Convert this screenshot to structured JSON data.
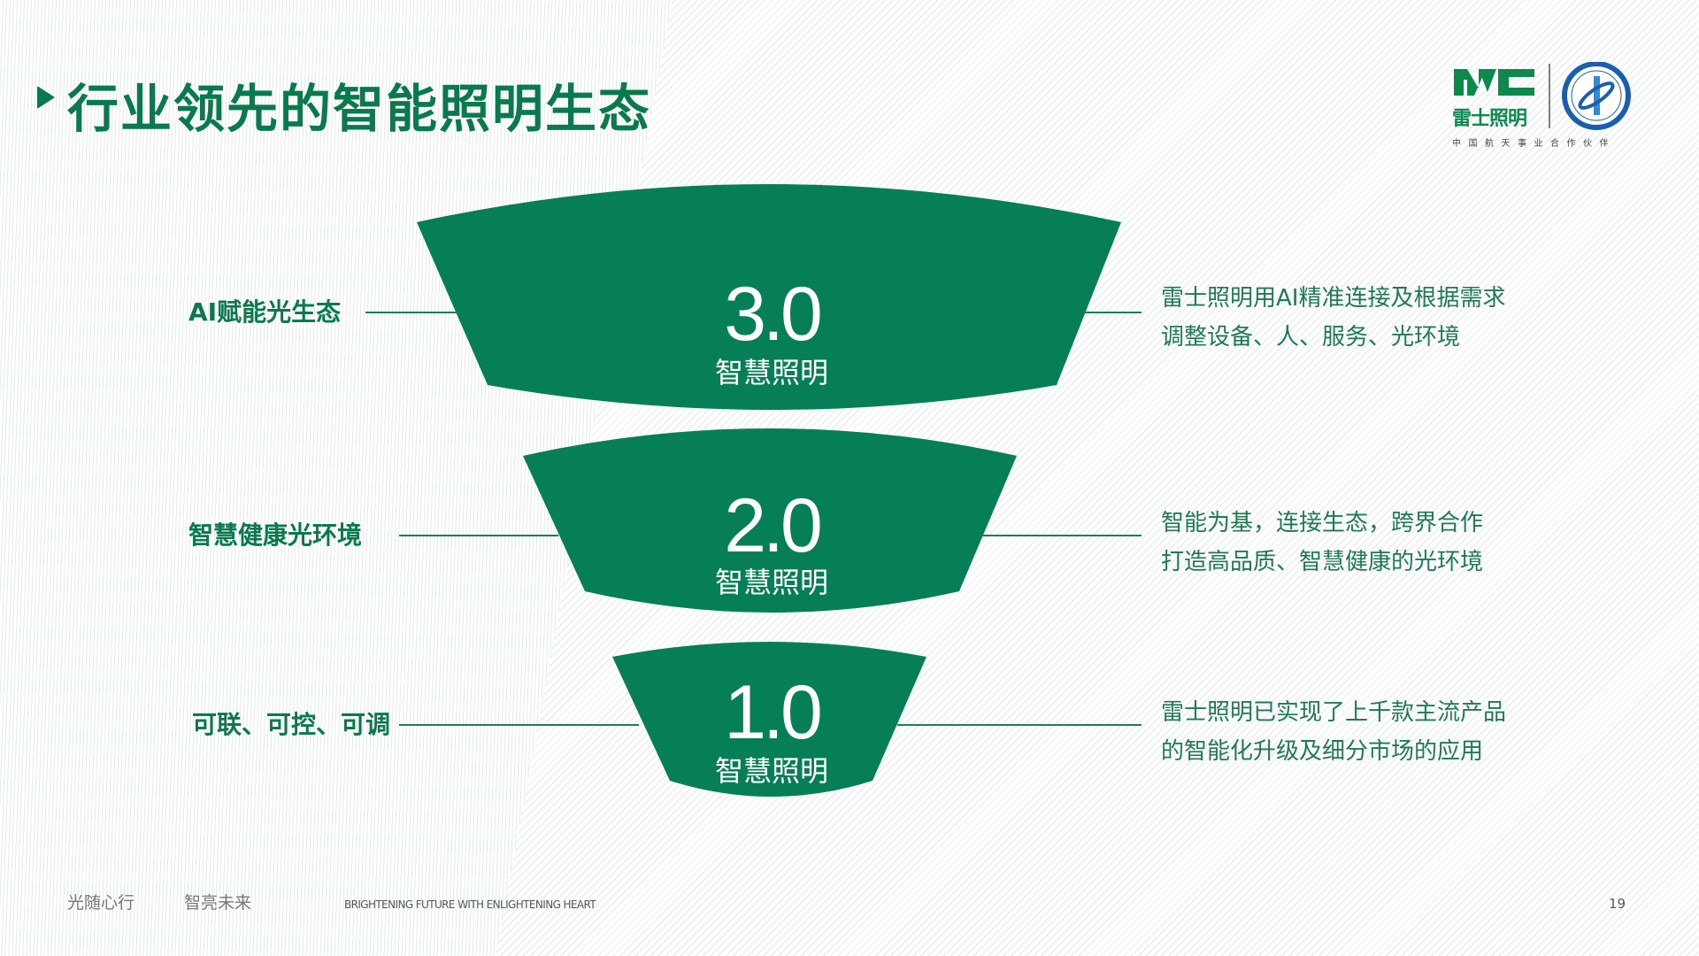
{
  "title": "行业领先的智能照明生态",
  "logo": {
    "brand_cn": "雷士照明",
    "brand_mark": "NVC",
    "partner_text": "中国航天事业合作伙伴"
  },
  "colors": {
    "green": "#077f56",
    "text_green": "#0a7a4e"
  },
  "tiers": [
    {
      "version": "3.0",
      "name": "智慧照明",
      "label": "AI赋能光生态",
      "desc": [
        "雷士照明用AI精准连接及根据需求",
        "调整设备、人、服务、光环境"
      ]
    },
    {
      "version": "2.0",
      "name": "智慧照明",
      "label": "智慧健康光环境",
      "desc": [
        "智能为基，连接生态，跨界合作",
        "打造高品质、智慧健康的光环境"
      ]
    },
    {
      "version": "1.0",
      "name": "智慧照明",
      "label": "可联、可控、可调",
      "desc": [
        "雷士照明已实现了上千款主流产品",
        "的智能化升级及细分市场的应用"
      ]
    }
  ],
  "footer": {
    "slogan1": "光随心行",
    "slogan2": "智亮未来",
    "english": "BRIGHTENING FUTURE WITH ENLIGHTENING HEART",
    "page": "19"
  }
}
